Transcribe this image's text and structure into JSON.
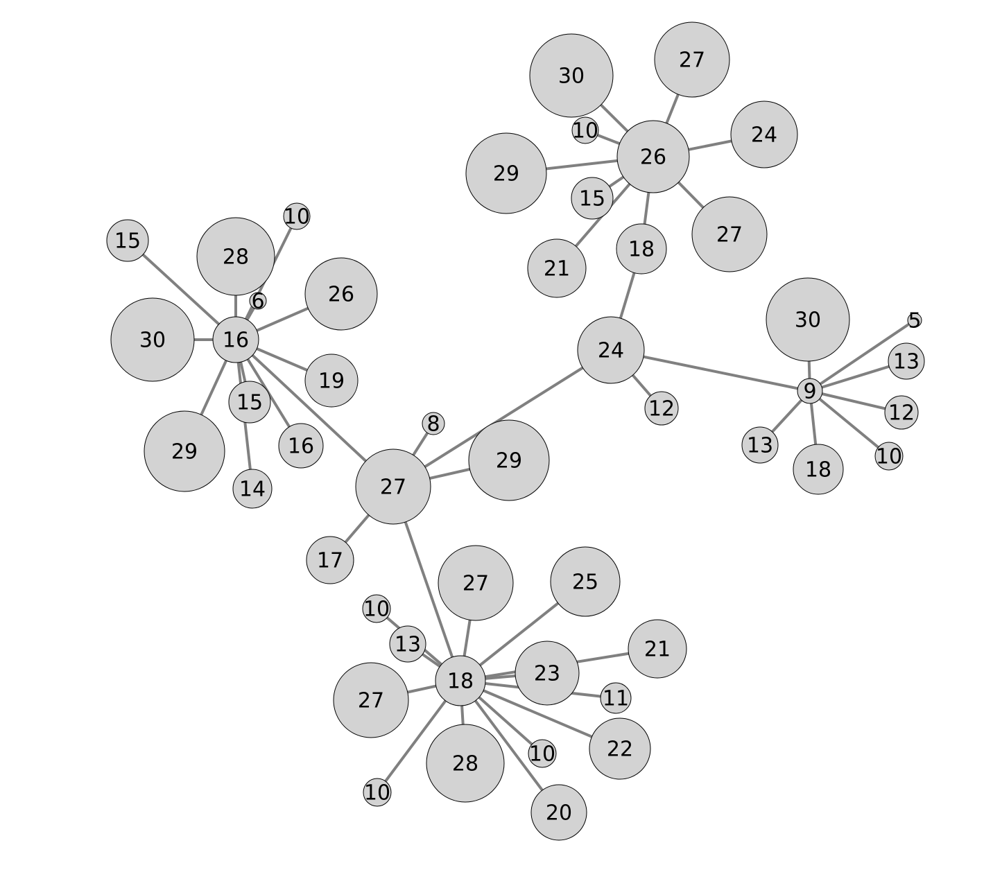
{
  "graph": {
    "colors": {
      "node_fill": "#d3d3d3",
      "node_stroke": "#000000",
      "edge": "#808080",
      "background": "#ffffff"
    },
    "nodes": [
      {
        "id": "h26",
        "label": "26"
      },
      {
        "id": "a30",
        "label": "30"
      },
      {
        "id": "a27",
        "label": "27"
      },
      {
        "id": "a10",
        "label": "10"
      },
      {
        "id": "a24",
        "label": "24"
      },
      {
        "id": "a29",
        "label": "29"
      },
      {
        "id": "a15",
        "label": "15"
      },
      {
        "id": "a27b",
        "label": "27"
      },
      {
        "id": "a21",
        "label": "21"
      },
      {
        "id": "a18",
        "label": "18"
      },
      {
        "id": "h24",
        "label": "24"
      },
      {
        "id": "b12",
        "label": "12"
      },
      {
        "id": "h9",
        "label": "9"
      },
      {
        "id": "c30",
        "label": "30"
      },
      {
        "id": "c5",
        "label": "5"
      },
      {
        "id": "c13",
        "label": "13"
      },
      {
        "id": "c12",
        "label": "12"
      },
      {
        "id": "c10",
        "label": "10"
      },
      {
        "id": "c18",
        "label": "18"
      },
      {
        "id": "c13b",
        "label": "13"
      },
      {
        "id": "h16",
        "label": "16"
      },
      {
        "id": "d15",
        "label": "15"
      },
      {
        "id": "d28",
        "label": "28"
      },
      {
        "id": "d10",
        "label": "10"
      },
      {
        "id": "d6",
        "label": "6"
      },
      {
        "id": "d26",
        "label": "26"
      },
      {
        "id": "d30",
        "label": "30"
      },
      {
        "id": "d19",
        "label": "19"
      },
      {
        "id": "d15b",
        "label": "15"
      },
      {
        "id": "d29",
        "label": "29"
      },
      {
        "id": "d16",
        "label": "16"
      },
      {
        "id": "d14",
        "label": "14"
      },
      {
        "id": "h27",
        "label": "27"
      },
      {
        "id": "e8",
        "label": "8"
      },
      {
        "id": "e29",
        "label": "29"
      },
      {
        "id": "e17",
        "label": "17"
      },
      {
        "id": "h18",
        "label": "18"
      },
      {
        "id": "f27",
        "label": "27"
      },
      {
        "id": "f25",
        "label": "25"
      },
      {
        "id": "f10",
        "label": "10"
      },
      {
        "id": "f13",
        "label": "13"
      },
      {
        "id": "f23",
        "label": "23"
      },
      {
        "id": "f21",
        "label": "21"
      },
      {
        "id": "f11",
        "label": "11"
      },
      {
        "id": "f27b",
        "label": "27"
      },
      {
        "id": "f28",
        "label": "28"
      },
      {
        "id": "f10b",
        "label": "10"
      },
      {
        "id": "f22",
        "label": "22"
      },
      {
        "id": "f10c",
        "label": "10"
      },
      {
        "id": "f20",
        "label": "20"
      }
    ],
    "edges": [
      [
        "h26",
        "a30"
      ],
      [
        "h26",
        "a27"
      ],
      [
        "h26",
        "a10"
      ],
      [
        "h26",
        "a24"
      ],
      [
        "h26",
        "a29"
      ],
      [
        "h26",
        "a15"
      ],
      [
        "h26",
        "a27b"
      ],
      [
        "h26",
        "a21"
      ],
      [
        "h26",
        "a18"
      ],
      [
        "a18",
        "h24"
      ],
      [
        "h24",
        "b12"
      ],
      [
        "h24",
        "h9"
      ],
      [
        "h24",
        "h27"
      ],
      [
        "h9",
        "c30"
      ],
      [
        "h9",
        "c5"
      ],
      [
        "h9",
        "c13"
      ],
      [
        "h9",
        "c12"
      ],
      [
        "h9",
        "c10"
      ],
      [
        "h9",
        "c18"
      ],
      [
        "h9",
        "c13b"
      ],
      [
        "h16",
        "d15"
      ],
      [
        "h16",
        "d28"
      ],
      [
        "h16",
        "d10"
      ],
      [
        "h16",
        "d6"
      ],
      [
        "h16",
        "d26"
      ],
      [
        "h16",
        "d30"
      ],
      [
        "h16",
        "d19"
      ],
      [
        "h16",
        "d15b"
      ],
      [
        "h16",
        "d29"
      ],
      [
        "h16",
        "d16"
      ],
      [
        "h16",
        "d14"
      ],
      [
        "h16",
        "h27"
      ],
      [
        "h27",
        "e8"
      ],
      [
        "h27",
        "e29"
      ],
      [
        "h27",
        "e17"
      ],
      [
        "h27",
        "h18"
      ],
      [
        "h18",
        "f27"
      ],
      [
        "h18",
        "f25"
      ],
      [
        "h18",
        "f10"
      ],
      [
        "h18",
        "f13"
      ],
      [
        "h18",
        "f23"
      ],
      [
        "h18",
        "f21"
      ],
      [
        "h18",
        "f11"
      ],
      [
        "h18",
        "f27b"
      ],
      [
        "h18",
        "f28"
      ],
      [
        "h18",
        "f10b"
      ],
      [
        "h18",
        "f22"
      ],
      [
        "h18",
        "f10c"
      ],
      [
        "h18",
        "f20"
      ]
    ]
  }
}
